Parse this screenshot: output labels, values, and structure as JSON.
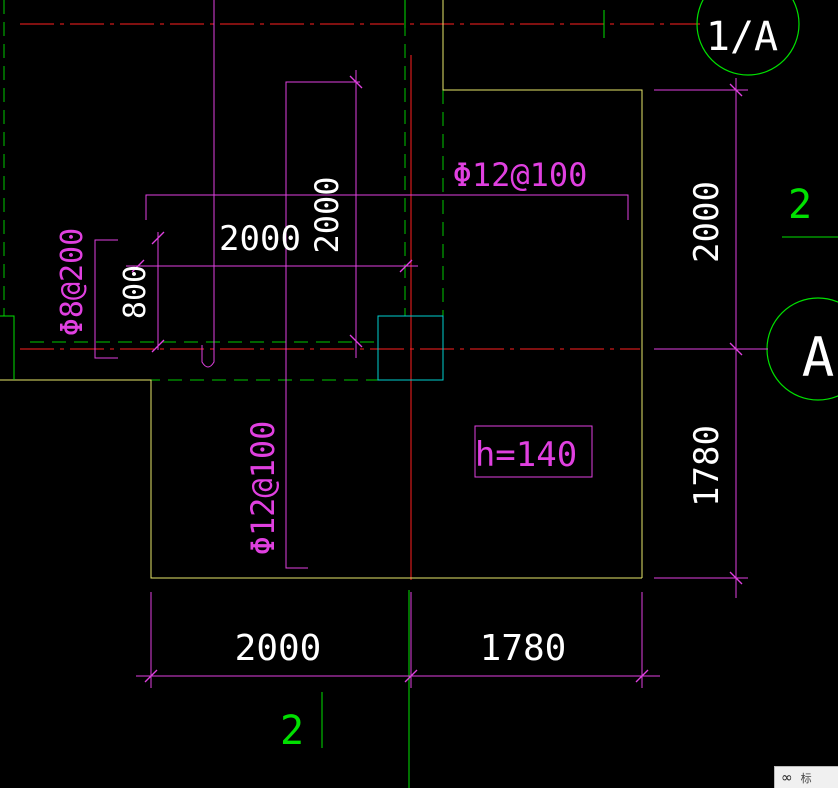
{
  "colors": {
    "background": "#000000",
    "red_axis": "#ff2020",
    "green": "#00e000",
    "green_dash": "#00c800",
    "yellow": "#e8e86a",
    "white": "#ffffff",
    "magenta": "#e040e0",
    "cyan": "#00d0d0"
  },
  "labels": {
    "axis_top_right": "1/A",
    "axis_right": "A",
    "axis_bottom_number": "2",
    "axis_right_number": "2",
    "dim_bottom_left": "2000",
    "dim_bottom_right": "1780",
    "dim_right_upper": "2000",
    "dim_right_lower": "1780",
    "dim_inner_horizontal": "2000",
    "dim_inner_vertical": "2000",
    "dim_inner_small": "800",
    "rebar_top": "Φ12@100",
    "rebar_left": "Φ8@200",
    "rebar_vertical": "Φ12@100",
    "slab_thickness": "h=140"
  },
  "status_bar": {
    "icon": "infinity-loop-icon",
    "label": "标"
  }
}
